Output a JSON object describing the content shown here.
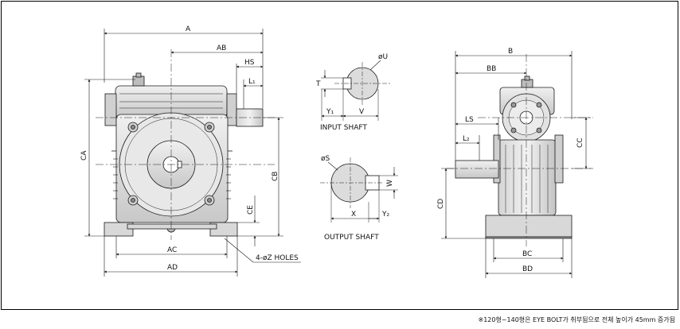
{
  "labels": {
    "A": "A",
    "AB": "AB",
    "HS": "HS",
    "L1": "L₁",
    "CA": "CA",
    "CB": "CB",
    "CE": "CE",
    "AC": "AC",
    "AD": "AD",
    "holes": "4-øZ HOLES",
    "phiU": "øU",
    "T": "T",
    "Y1": "Y₁",
    "V": "V",
    "input_shaft": "INPUT  SHAFT",
    "phiS": "øS",
    "W": "W",
    "X": "X",
    "Y2": "Y₂",
    "output_shaft": "OUTPUT  SHAFT",
    "B": "B",
    "BB": "BB",
    "LS": "LS",
    "L2": "L₂",
    "CC": "CC",
    "CD": "CD",
    "BC": "BC",
    "BD": "BD"
  },
  "note": "※120형~140형은 EYE BOLT가 취부됨으로 전체 높이가 45mm 증가됨",
  "colors": {
    "body": "#e6e6e6",
    "body_dark": "#b4b4b4",
    "line": "#1a1a1a"
  }
}
